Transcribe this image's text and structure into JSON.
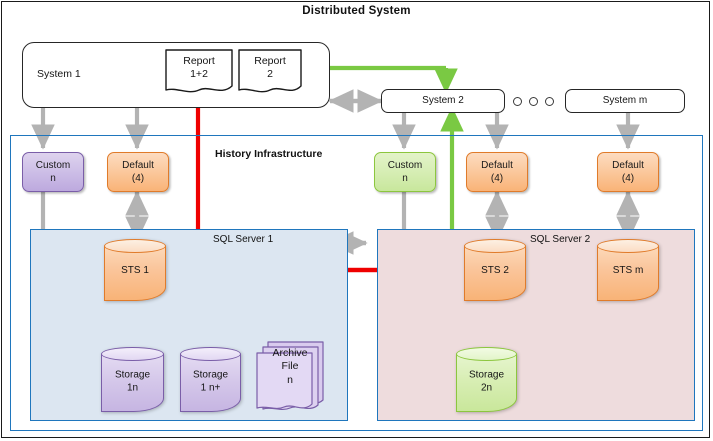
{
  "title": "Distributed System",
  "containers": {
    "history": "History Infrastructure",
    "sql1": "SQL Server 1",
    "sql2": "SQL Server 2"
  },
  "systems": {
    "system1": "System 1",
    "system2": "System 2",
    "systemm": "System m"
  },
  "reports": [
    {
      "line1": "Report",
      "line2": "1+2"
    },
    {
      "line1": "Report",
      "line2": "2"
    }
  ],
  "services": [
    {
      "line1": "Custom",
      "line2": "n",
      "color": "#cbbce6"
    },
    {
      "line1": "Default",
      "line2": "(4)",
      "color": "#fbc89c"
    },
    {
      "line1": "Custom",
      "line2": "n",
      "color": "#d5edb2"
    },
    {
      "line1": "Default",
      "line2": "(4)",
      "color": "#fbc89c"
    },
    {
      "line1": "Default",
      "line2": "(4)",
      "color": "#fbc89c"
    }
  ],
  "databases": [
    {
      "label": "STS 1",
      "color": "#f8b377"
    },
    {
      "label": "STS 2",
      "color": "#f8b377"
    },
    {
      "label": "STS m",
      "color": "#f8b377"
    }
  ],
  "storages": [
    {
      "line1": "Storage",
      "line2": "1n",
      "color": "#c6b5e2"
    },
    {
      "line1": "Storage",
      "line2": "1 n+",
      "color": "#c6b5e2"
    },
    {
      "line1": "Storage",
      "line2": "2n",
      "color": "#c9e79b"
    }
  ],
  "archive": {
    "line1": "Archive",
    "line2": "File",
    "line3": "n"
  },
  "ellipsis": "o o o",
  "colors": {
    "flow_red": "#ef0000",
    "flow_green": "#7ac943",
    "flow_grey": "#b3b3b3",
    "container_border": "#1f76bd",
    "sql1_fill": "#dce6f1",
    "sql2_fill": "#eedcdd",
    "frame": "#1a1a1a"
  }
}
